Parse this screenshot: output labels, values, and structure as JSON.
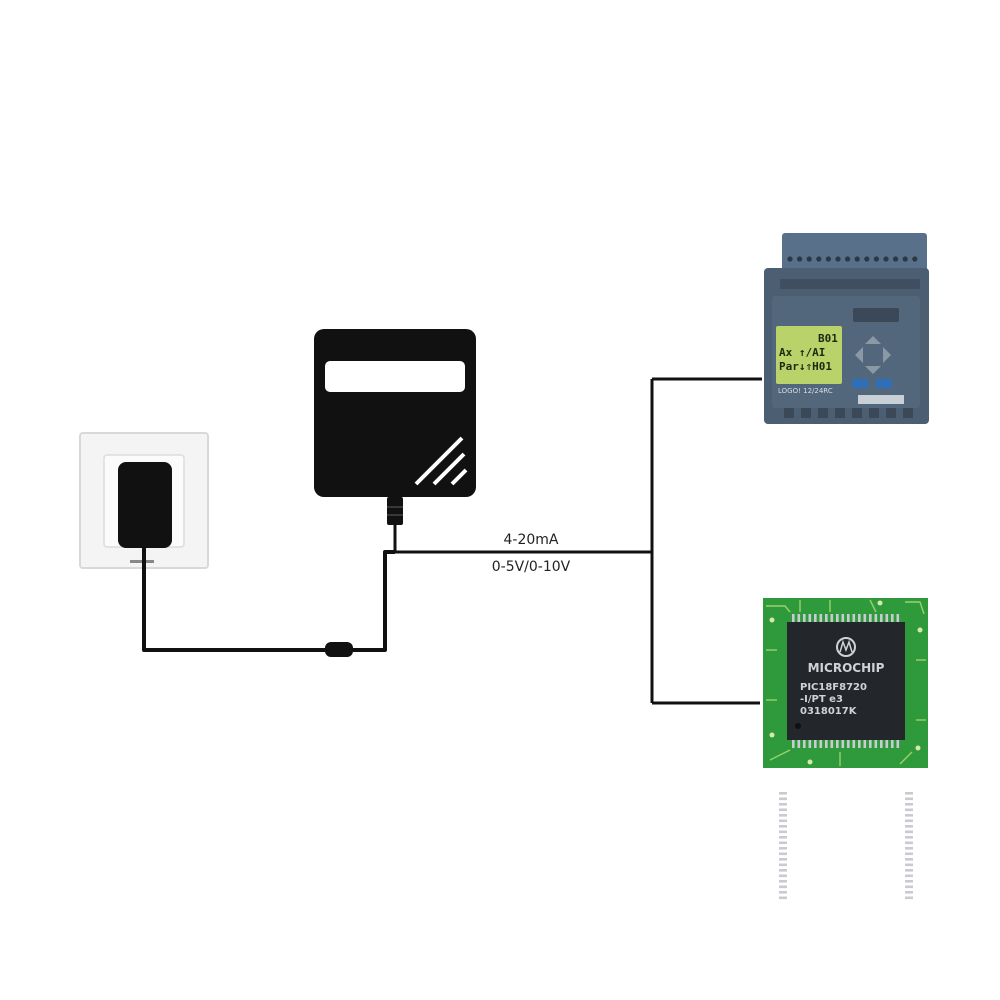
{
  "signal_labels": {
    "current": "4-20mA",
    "voltage": "0-5V/0-10V"
  },
  "plc": {
    "lcd_lines": [
      "B01",
      "Ax ↑/AI",
      "Par↓⇑H01"
    ],
    "model_text": "LOGO! 12/24RC"
  },
  "microcontroller": {
    "brand_text": "MICROCHIP",
    "part_lines": [
      "PIC18F8720",
      "-I/PT e3",
      "0318017K"
    ]
  },
  "colors": {
    "wire": "#111111",
    "device_body": "#111111",
    "plc_body": "#4c5e72",
    "lcd": "#b9d36a",
    "pcb": "#2f9a3c",
    "chip": "#23262b"
  }
}
